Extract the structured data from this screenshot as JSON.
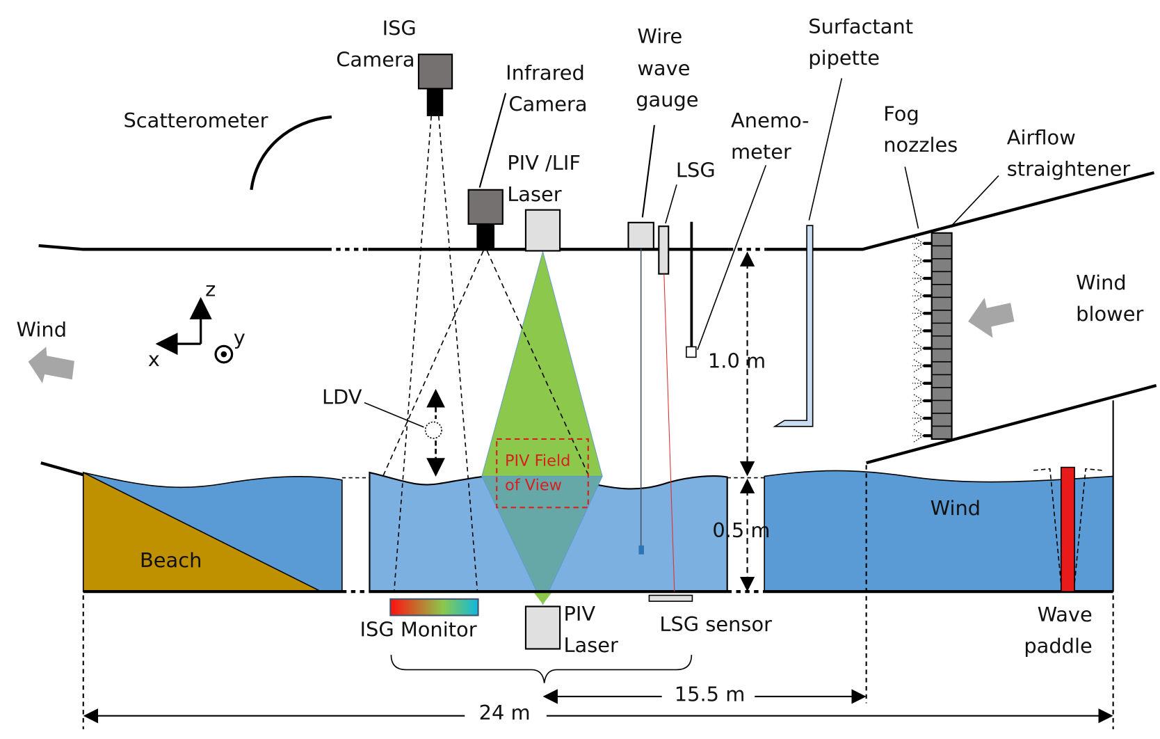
{
  "labels": {
    "isg_camera": [
      "ISG",
      "Camera"
    ],
    "scatterometer": "Scatterometer",
    "infrared_camera": [
      "Infrared",
      "Camera"
    ],
    "piv_lif_laser": [
      "PIV /LIF",
      "Laser"
    ],
    "wire_wave_gauge": [
      "Wire",
      "wave",
      "gauge"
    ],
    "lsg": "LSG",
    "anemometer": [
      "Anemo-",
      "meter"
    ],
    "surfactant_pipette": [
      "Surfactant",
      "pipette"
    ],
    "fog_nozzles": [
      "Fog",
      "nozzles"
    ],
    "airflow_straightener": [
      "Airflow",
      "straightener"
    ],
    "wind_blower": [
      "Wind",
      "blower"
    ],
    "wind_left": "Wind",
    "wind_water": "Wind",
    "axis_z": "z",
    "axis_x": "x",
    "axis_y": "y",
    "ldv": "LDV",
    "piv_fov": [
      "PIV Field",
      "of View"
    ],
    "beach": "Beach",
    "isg_monitor": "ISG Monitor",
    "piv_laser_bottom": [
      "PIV",
      "Laser"
    ],
    "lsg_sensor": "LSG sensor",
    "wave_paddle": [
      "Wave",
      "paddle"
    ],
    "height_air": "1.0 m",
    "depth_water": "0.5 m",
    "dist_test_section": "15.5 m",
    "dist_total": "24 m"
  },
  "colors": {
    "water": "#5b9bd5",
    "water_test_section": "#7cb0e0",
    "beach": "#bf9000",
    "laser_sheet": "#8cc84b",
    "paddle": "#e81a1a",
    "wind_arrow": "#a6a6a6",
    "piv_fov_box": "#d62020"
  }
}
